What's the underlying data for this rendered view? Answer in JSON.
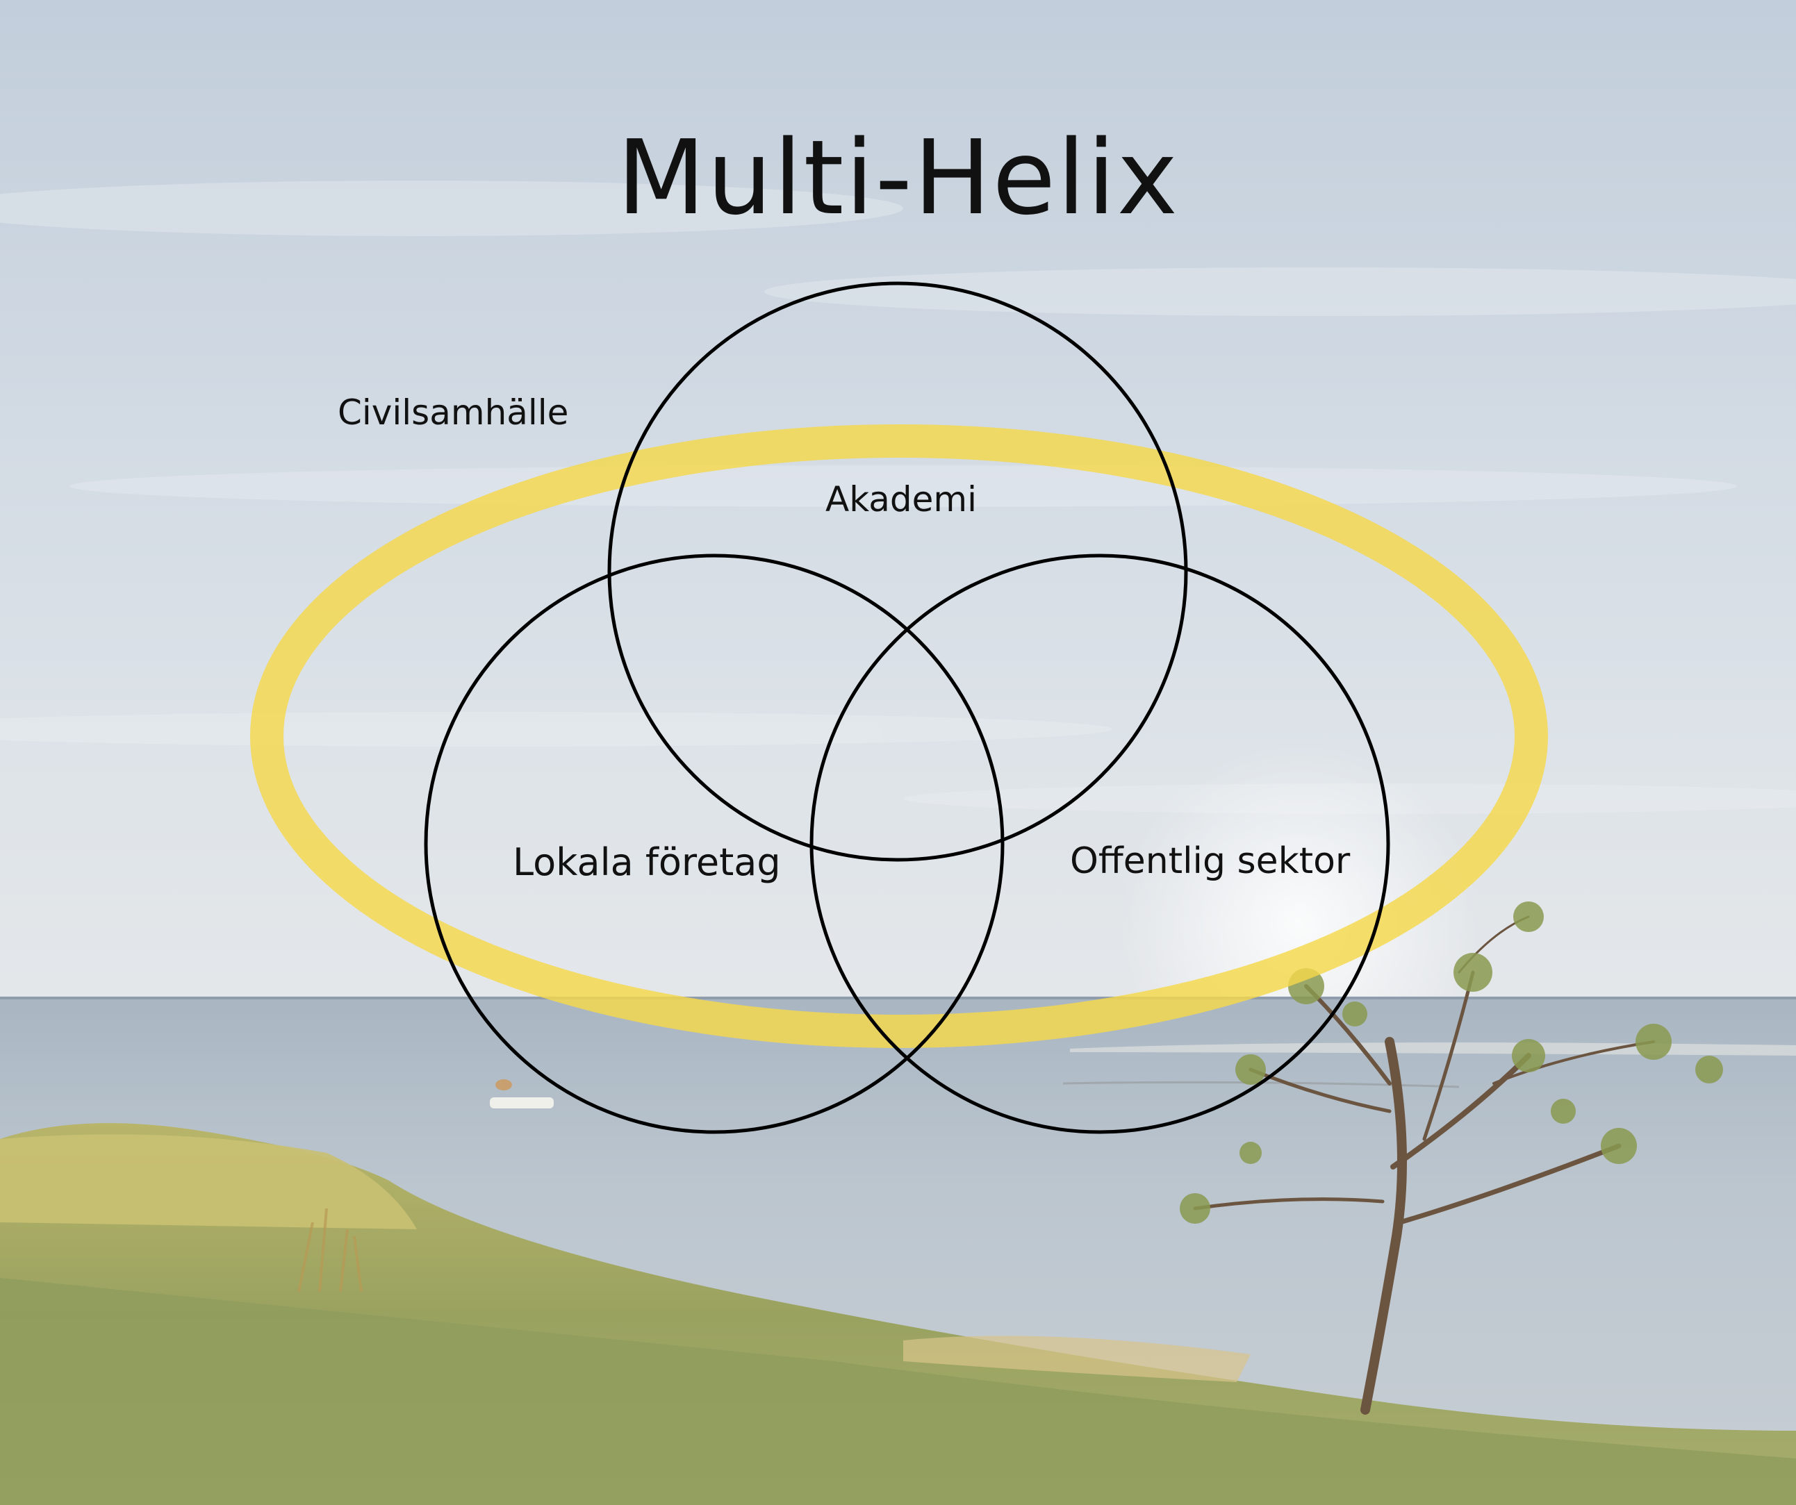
{
  "title": "Multi-Helix",
  "labels": {
    "civilsamhalle": "Civilsamhälle",
    "akademi": "Akademi",
    "lokala_foretag": "Lokala företag",
    "offentlig_sektor": "Offentlig sektor"
  },
  "colors": {
    "sky_top": "#c3cfdc",
    "sky_mid": "#d8dfe6",
    "sea": "#b9c5d0",
    "grass": "#8f9a5a",
    "grass_light": "#c8c27a",
    "ring_yellow": "#f5d84a",
    "circle_stroke": "#000000",
    "text": "#111111"
  }
}
